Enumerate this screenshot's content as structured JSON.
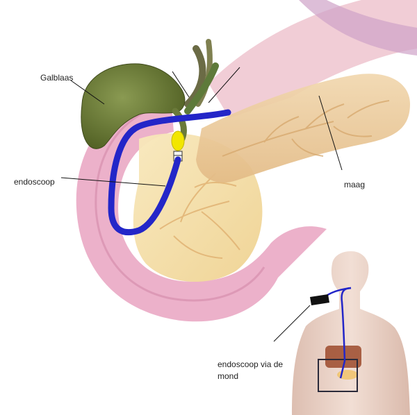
{
  "labels": {
    "gallbladder": "Galblaas",
    "endoscope": "endoscoop",
    "stomach": "maag",
    "endoscope_mouth": "endoscoop via de mond"
  },
  "colors": {
    "endoscope_tube": "#2326c8",
    "duodenum": "#e9a3c0",
    "pancreas": "#f4dca6",
    "stomach": "#eac79a",
    "gallbladder": "#6a7a3a",
    "stone": "#f2e600",
    "liver": "#9c4a2c",
    "skin": "#e7c8b8"
  }
}
